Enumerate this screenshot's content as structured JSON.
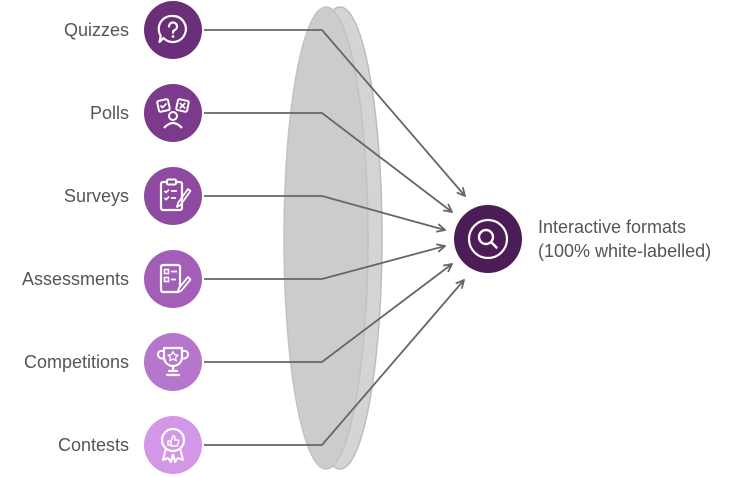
{
  "items": [
    {
      "label": "Quizzes",
      "icon": "question-bubble-icon",
      "color": "#6b2f79"
    },
    {
      "label": "Polls",
      "icon": "poll-voting-icon",
      "color": "#7c3a8c"
    },
    {
      "label": "Surveys",
      "icon": "clipboard-checklist-icon",
      "color": "#8d4aa0"
    },
    {
      "label": "Assessments",
      "icon": "checklist-pencil-icon",
      "color": "#a35fb8"
    },
    {
      "label": "Competitions",
      "icon": "trophy-icon",
      "color": "#b676cc"
    },
    {
      "label": "Contests",
      "icon": "award-ribbon-icon",
      "color": "#d496e6"
    }
  ],
  "target": {
    "line1": "Interactive formats",
    "line2": "(100% white-labelled)",
    "icon": "magnifier-icon",
    "color": "#4b1c55"
  },
  "lens_color": "#cccccc",
  "arrow_color": "#666666"
}
